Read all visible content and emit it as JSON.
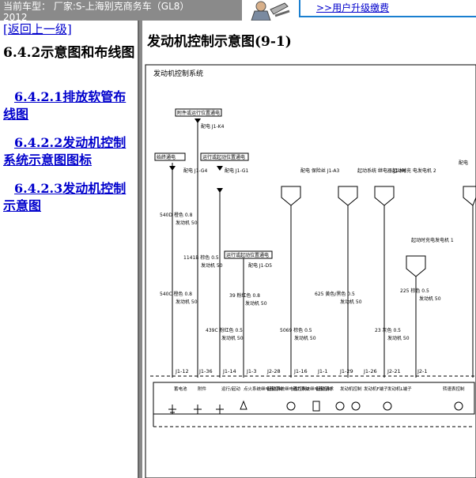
{
  "header": {
    "vehicle_line1": "当前车型：  厂家:S-上海别克商务车（GL8）",
    "vehicle_line2": "2012",
    "upgrade_link": ">>用户升级缴费"
  },
  "sidebar": {
    "back_link": "[返回上一级]",
    "section_title": "6.4.2示意图和布线图",
    "items": [
      {
        "label": "6.4.2.1排放软管布线图"
      },
      {
        "label": "6.4.2.2发动机控制系统示意图图标"
      },
      {
        "label": "6.4.2.3发动机控制示意图"
      }
    ]
  },
  "main": {
    "title": "发动机控制示意图(9-1)",
    "diagram_title": "发动机控制系统"
  },
  "diagram": {
    "boxes": {
      "accessory": "附件或运行位置通电",
      "always": "始终通电",
      "run_crank1": "运行或起动位置通电",
      "run_crank2": "运行或起动位置通电"
    },
    "fuses": {
      "f1": "配电 J1-K4",
      "f2": "配电 J1-G4",
      "f3": "配电 J1-G1",
      "f4": "配电 J1-D5",
      "f5": "配电 保险丝 J1-A3",
      "f6": "起动系统 继电器 J1-H6",
      "f7": "起动时充 电发电机 2",
      "f8": "配电"
    },
    "wires": {
      "w540d": "540D 橙色 0.8",
      "w540c": "540C 橙色 0.8",
      "w1141": "1141B 棕色 0.5",
      "w439": "439C 粉红色 0.5",
      "w39": "39 粉红色 0.8",
      "w5069": "5069 棕色 0.5",
      "w625": "625 黄色/黑色 0.5",
      "w23": "23 灰色 0.5",
      "w225": "225 棕色 0.5",
      "engine50": "发动机 50"
    },
    "starter_label": "起动时充电发电机 1",
    "pins": [
      "J1-12",
      "J1-36",
      "J1-14",
      "J1-3",
      "J2-28",
      "J1-16",
      "J1-1",
      "J1-29",
      "J1-26",
      "J2-21",
      "J2-1"
    ],
    "module_labels": [
      "蓄电池",
      "附件",
      "运行/起动",
      "点火系统继电器控制",
      "起动系统继电器控制2",
      "动力系统继电器控制",
      "起动请求",
      "发动机控制",
      "发动机F端子",
      "发动机L端子",
      "转速表控制"
    ]
  }
}
